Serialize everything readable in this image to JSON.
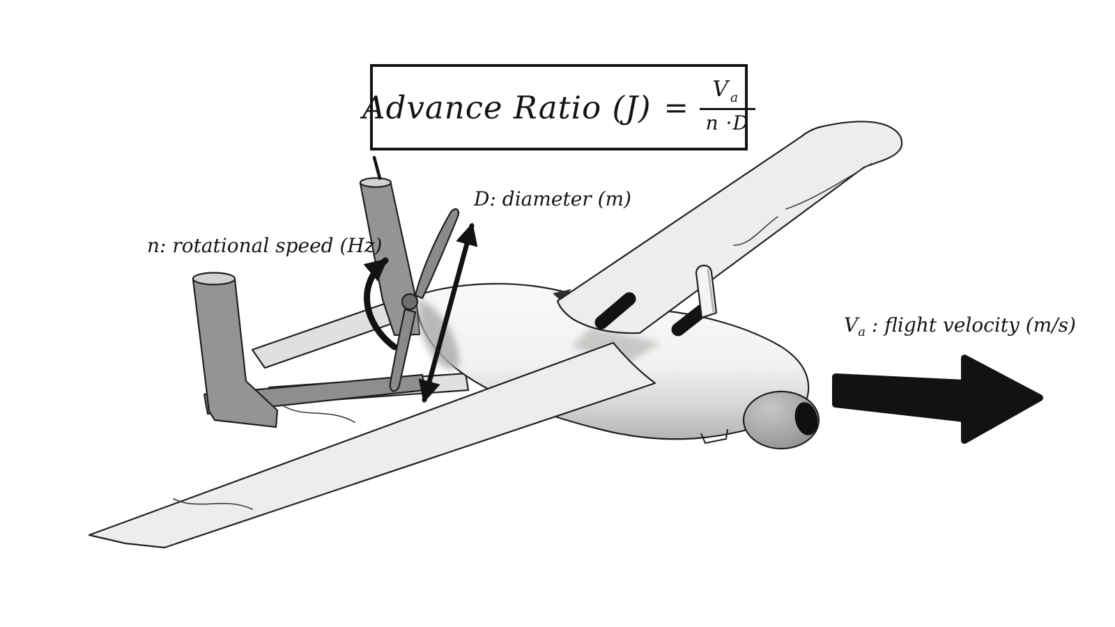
{
  "formula_box": {
    "lhs": "Advance Ratio (J)",
    "equals": "=",
    "fraction": {
      "numerator_symbol": "V",
      "numerator_subscript": "a",
      "denominator": "n ·D"
    }
  },
  "annotations": {
    "diameter_label": "D: diameter (m)",
    "rotational_speed_label": "n: rotational speed (Hz)",
    "velocity_symbol": "V",
    "velocity_subscript": "a",
    "velocity_label_rest": " : flight velocity (m/s)"
  },
  "icons": {
    "velocity_arrow": "thick-right-arrow",
    "diameter_arrow": "double-headed-diagonal-arrow",
    "rotation_arrow": "curved-rotation-arrow"
  },
  "colors": {
    "background": "#ffffff",
    "ink": "#121212",
    "outline": "#1f1f1f",
    "wing": "#ededeb",
    "boom": "#e0e0de",
    "fin": "#949492",
    "fin_cap": "#d2d2d0",
    "stabilizer": "#8e8e8c",
    "propeller": "#8a8a88",
    "hub": "#6e6e6c",
    "antenna_post": "#f4f4f2",
    "turret_lens": "#101010"
  }
}
